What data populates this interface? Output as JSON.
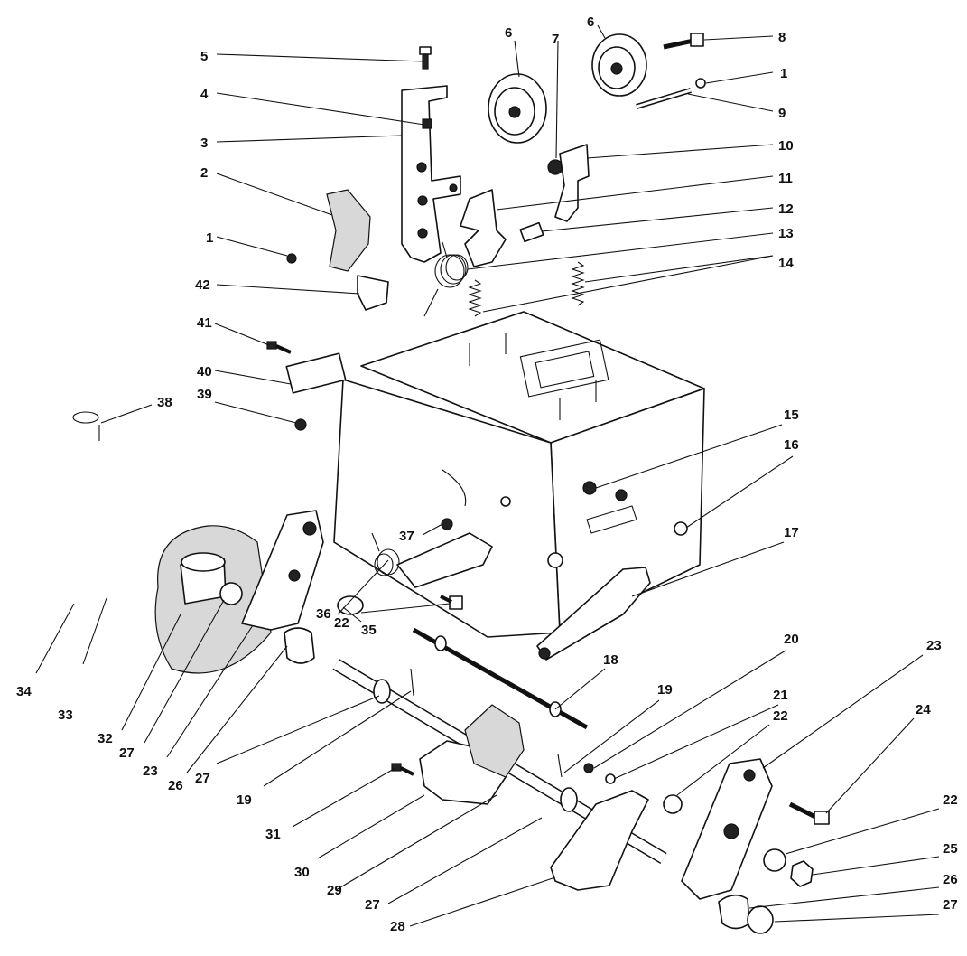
{
  "labels": {
    "l1a": "1",
    "l1b": "1",
    "l2": "2",
    "l3": "3",
    "l4": "4",
    "l5": "5",
    "l6a": "6",
    "l6b": "6",
    "l7": "7",
    "l8": "8",
    "l9": "9",
    "l10": "10",
    "l11": "11",
    "l12": "12",
    "l13": "13",
    "l14": "14",
    "l15": "15",
    "l16": "16",
    "l17": "17",
    "l18": "18",
    "l19a": "19",
    "l19b": "19",
    "l20": "20",
    "l21": "21",
    "l22a": "22",
    "l22b": "22",
    "l22c": "22",
    "l23a": "23",
    "l23b": "23",
    "l24": "24",
    "l25": "25",
    "l26a": "26",
    "l26b": "26",
    "l27a": "27",
    "l27b": "27",
    "l27c": "27",
    "l27d": "27",
    "l28": "28",
    "l29": "29",
    "l30": "30",
    "l31": "31",
    "l32": "32",
    "l33": "33",
    "l34": "34",
    "l35": "35",
    "l36": "36",
    "l37": "37",
    "l38": "38",
    "l39": "39",
    "l40": "40",
    "l41": "41",
    "l42": "42"
  }
}
